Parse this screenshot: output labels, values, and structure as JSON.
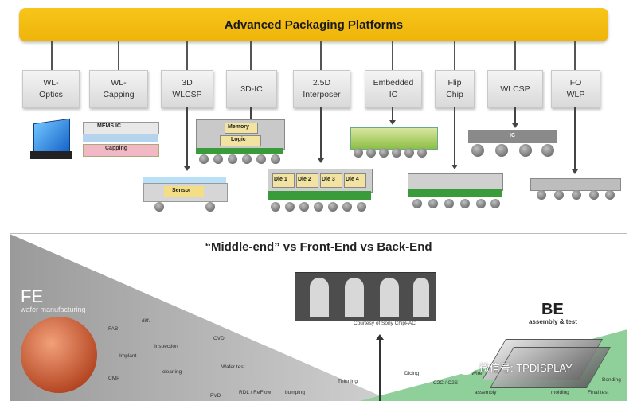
{
  "header": {
    "title": "Advanced Packaging Platforms"
  },
  "platforms": [
    {
      "id": "wl-optics",
      "label": "WL-\nOptics"
    },
    {
      "id": "wl-capping",
      "label": "WL-\nCapping"
    },
    {
      "id": "3d-wlcsp",
      "label": "3D\nWLCSP"
    },
    {
      "id": "3d-ic",
      "label": "3D-IC"
    },
    {
      "id": "25d-interposer",
      "label": "2.5D\nInterposer"
    },
    {
      "id": "embedded-ic",
      "label": "Embedded\nIC"
    },
    {
      "id": "flip-chip",
      "label": "Flip\nChip"
    },
    {
      "id": "wlcsp",
      "label": "WLCSP"
    },
    {
      "id": "fo-wlp",
      "label": "FO\nWLP"
    }
  ],
  "package_labels": {
    "mems_ic": "MEMS IC",
    "capping": "Capping",
    "memory": "Memory",
    "logic": "Logic",
    "sensor": "Sensor",
    "die1": "Die 1",
    "die2": "Die 2",
    "die3": "Die 3",
    "die4": "Die 4",
    "ic": "IC"
  },
  "comparison": {
    "title": "“Middle-end” vs Front-End vs Back-End",
    "fe_title": "FE",
    "fe_subtitle": "wafer manufacturing",
    "be_title": "BE",
    "be_subtitle": "assembly & test",
    "courtesy": "Courtesy of Sony ChipPAC",
    "fe_items": [
      "FAB",
      "diff.",
      "Inspection",
      "Implant",
      "CVD",
      "CMP",
      "cleaning",
      "Wafer test",
      "PVD",
      "RDL / ReFlow",
      "bumping",
      "Thinning"
    ],
    "be_items": [
      "Dicing",
      "C2C / C2S",
      "Wire",
      "molding",
      "Final test",
      "assembly",
      "Bonding"
    ]
  },
  "watermark": {
    "text": "微信号: TPDISPLAY"
  },
  "colors": {
    "banner": "#f2b90f",
    "green": "#3a9b3a",
    "fe_gray": "#a8a8a8",
    "be_green": "#8fcf9a"
  }
}
